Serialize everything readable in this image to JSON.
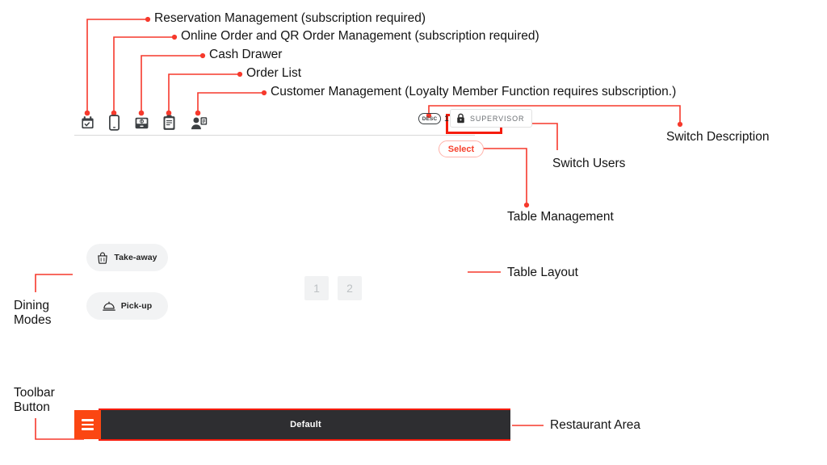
{
  "annotations": {
    "toolbar_callouts": [
      {
        "id": "reservation",
        "label": "Reservation Management (subscription required)"
      },
      {
        "id": "online-order",
        "label": "Online Order and QR Order Management (subscription required)"
      },
      {
        "id": "cash-drawer",
        "label": "Cash Drawer"
      },
      {
        "id": "order-list",
        "label": "Order List"
      },
      {
        "id": "customer",
        "label": "Customer Management (Loyalty Member Function requires subscription.)"
      }
    ],
    "right_callouts": [
      {
        "id": "switch-description",
        "label": "Switch Description"
      },
      {
        "id": "switch-users",
        "label": "Switch Users"
      },
      {
        "id": "table-management",
        "label": "Table Management"
      },
      {
        "id": "table-layout",
        "label": "Table Layout"
      },
      {
        "id": "restaurant-area",
        "label": "Restaurant Area"
      }
    ],
    "left_callouts": [
      {
        "id": "dining-modes",
        "label": "Dining\nModes"
      },
      {
        "id": "toolbar-button",
        "label": "Toolbar\nButton"
      }
    ],
    "highlight_color": "#f61c0d"
  },
  "app": {
    "toolbar_icons": [
      {
        "name": "calendar-check-icon",
        "tooltip": "Reservation Management"
      },
      {
        "name": "mobile-phone-icon",
        "tooltip": "Online Order and QR Order Management"
      },
      {
        "name": "cash-drawer-icon",
        "tooltip": "Cash Drawer"
      },
      {
        "name": "clipboard-list-icon",
        "tooltip": "Order List"
      },
      {
        "name": "customer-card-icon",
        "tooltip": "Customer Management"
      }
    ],
    "description_badge": {
      "tag": "DESC",
      "count": "1"
    },
    "supervisor_button": {
      "label": "SUPERVISOR",
      "icon": "lock-icon"
    },
    "select_button": {
      "label": "Select"
    },
    "dining_modes": [
      {
        "name": "take-away",
        "label": "Take-away",
        "icon": "shopping-bag-icon"
      },
      {
        "name": "pick-up",
        "label": "Pick-up",
        "icon": "food-cloche-icon"
      }
    ],
    "table_layout": {
      "tables": [
        {
          "label": "1"
        },
        {
          "label": "2"
        }
      ]
    },
    "bottom_bar": {
      "toolbar_button_icon": "hamburger-icon",
      "area_label": "Default",
      "accent_color": "#fb4612",
      "bar_color": "#2e2e31"
    }
  }
}
